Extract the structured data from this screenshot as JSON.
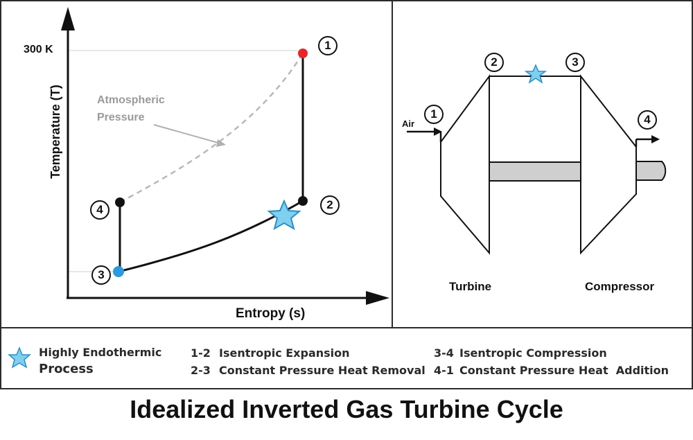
{
  "title": "Idealized Inverted Gas Turbine Cycle",
  "ts_diagram": {
    "y_axis_label": "Temperature (T)",
    "x_axis_label": "Entropy (s)",
    "y_tick": "300 K",
    "curve_annotation_line1": "Atmospheric",
    "curve_annotation_line2": "Pressure",
    "state_points": [
      {
        "id": "1",
        "color": "#e8242a"
      },
      {
        "id": "2",
        "color": "#111111"
      },
      {
        "id": "3",
        "color": "#2b9be0"
      },
      {
        "id": "4",
        "color": "#111111"
      }
    ]
  },
  "machine_diagram": {
    "air_label": "Air",
    "turbine_label": "Turbine",
    "compressor_label": "Compressor",
    "stations": [
      "1",
      "2",
      "3",
      "4"
    ]
  },
  "legend": {
    "star_label_line1": "Highly Endothermic",
    "star_label_line2": "Process",
    "processes": [
      {
        "id": "1-2",
        "text": "Isentropic Expansion"
      },
      {
        "id": "2-3",
        "text": "Constant Pressure Heat Removal"
      },
      {
        "id": "3-4",
        "text": "Isentropic Compression"
      },
      {
        "id": "4-1",
        "text": "Constant Pressure Heat  Addition"
      }
    ]
  },
  "colors": {
    "star_fill": "#7fd0ef",
    "star_stroke": "#2a8fc8",
    "shaft_fill": "#cfcfcf",
    "dashed_curve": "#b8b8b8"
  }
}
